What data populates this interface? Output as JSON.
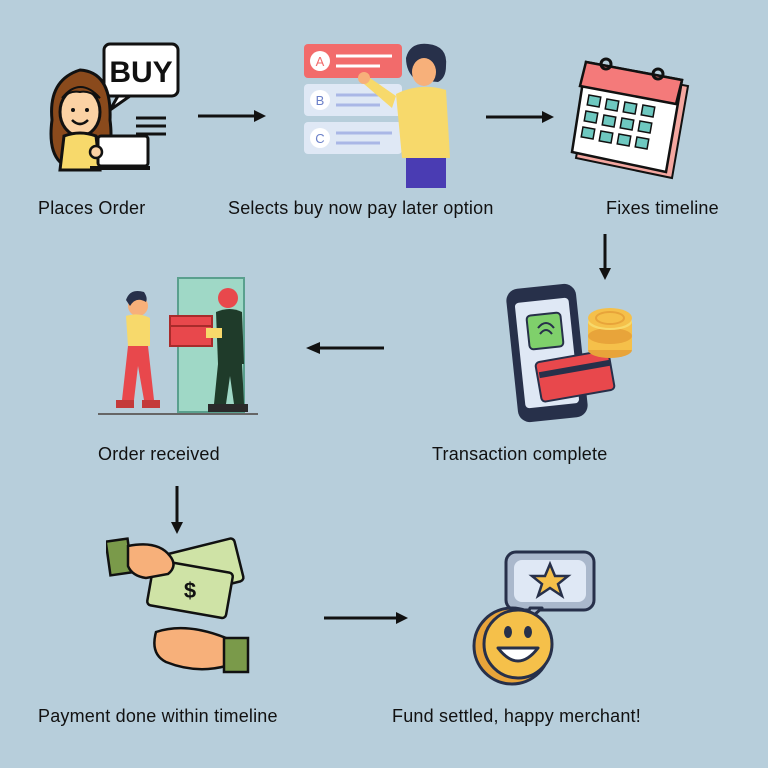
{
  "steps": [
    {
      "label": "Places Order",
      "icon": "buy-sign-woman-icon",
      "sign_text": "BUY"
    },
    {
      "label": "Selects buy now pay later option",
      "icon": "option-select-person-icon",
      "options": [
        "A",
        "B",
        "C"
      ]
    },
    {
      "label": "Fixes timeline",
      "icon": "calendar-icon"
    },
    {
      "label": "Transaction complete",
      "icon": "phone-card-payment-icon"
    },
    {
      "label": "Order received",
      "icon": "package-delivery-icon"
    },
    {
      "label": "Payment done within timeline",
      "icon": "cash-handover-icon",
      "money_symbol": "$"
    },
    {
      "label": "Fund settled, happy merchant!",
      "icon": "happy-coin-star-icon"
    }
  ],
  "colors": {
    "background": "#b7cedb",
    "arrow": "#111111",
    "accent_red": "#f26b6b",
    "accent_yellow": "#f7d96b",
    "cash_green": "#cfe3a6"
  }
}
